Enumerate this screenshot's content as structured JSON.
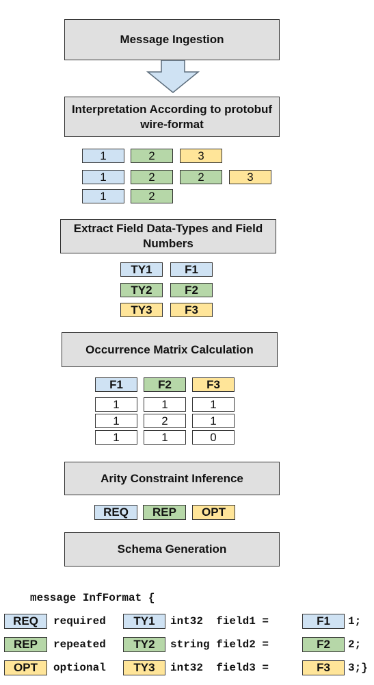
{
  "stages": {
    "ingestion": "Message Ingestion",
    "interpretation": "Interpretation According to protobuf wire-format",
    "extract": "Extract Field Data-Types and Field Numbers",
    "occurrence": "Occurrence Matrix Calculation",
    "arity": "Arity Constraint Inference",
    "schema": "Schema Generation"
  },
  "messages": [
    [
      "1",
      "2",
      "3"
    ],
    [
      "1",
      "2",
      "2",
      "3"
    ],
    [
      "1",
      "2"
    ]
  ],
  "fields": [
    {
      "type": "TY1",
      "num": "F1"
    },
    {
      "type": "TY2",
      "num": "F2"
    },
    {
      "type": "TY3",
      "num": "F3"
    }
  ],
  "matrix": {
    "headers": [
      "F1",
      "F2",
      "F3"
    ],
    "rows": [
      [
        "1",
        "1",
        "1"
      ],
      [
        "1",
        "2",
        "1"
      ],
      [
        "1",
        "1",
        "0"
      ]
    ]
  },
  "arity": [
    "REQ",
    "REP",
    "OPT"
  ],
  "schema": {
    "header": "message InfFormat {",
    "lines": [
      {
        "badge": "REQ",
        "label": "required",
        "type_badge": "TY1",
        "decl": "int32  field1 =",
        "num_badge": "F1",
        "tail": "1;"
      },
      {
        "badge": "REP",
        "label": "repeated",
        "type_badge": "TY2",
        "decl": "string field2 =",
        "num_badge": "F2",
        "tail": "2;"
      },
      {
        "badge": "OPT",
        "label": "optional",
        "type_badge": "TY3",
        "decl": "int32  field3 =",
        "num_badge": "F3",
        "tail": "3;}"
      }
    ]
  },
  "colors": {
    "blue": "#cfe2f3",
    "green": "#b6d7a8",
    "yellow": "#ffe599",
    "stage": "#e0e0e0"
  }
}
